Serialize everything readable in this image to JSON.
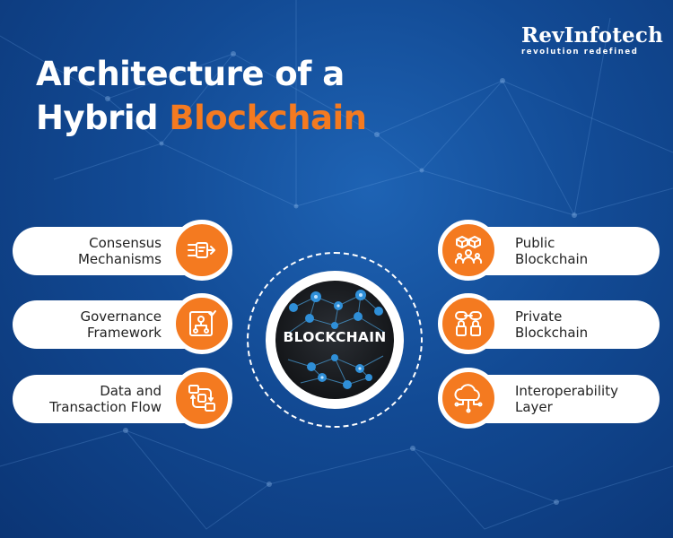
{
  "brand": {
    "name": "RevInfotech",
    "tagline": "revolution redefined"
  },
  "title": {
    "line1": "Architecture of a",
    "line2_plain": "Hybrid ",
    "line2_accent": "Blockchain"
  },
  "center": {
    "label": "BLOCKCHAIN"
  },
  "left_items": [
    {
      "line1": "Consensus",
      "line2": "Mechanisms",
      "icon": "consensus-icon"
    },
    {
      "line1": "Governance",
      "line2": "Framework",
      "icon": "governance-icon"
    },
    {
      "line1": "Data and",
      "line2": "Transaction Flow",
      "icon": "data-flow-icon"
    }
  ],
  "right_items": [
    {
      "line1": "Public",
      "line2": "Blockchain",
      "icon": "public-blockchain-icon"
    },
    {
      "line1": "Private",
      "line2": "Blockchain",
      "icon": "private-blockchain-icon"
    },
    {
      "line1": "Interoperability",
      "line2": "Layer",
      "icon": "cloud-network-icon"
    }
  ],
  "colors": {
    "accent": "#f47a20",
    "background": "#124a94",
    "card": "#ffffff"
  }
}
